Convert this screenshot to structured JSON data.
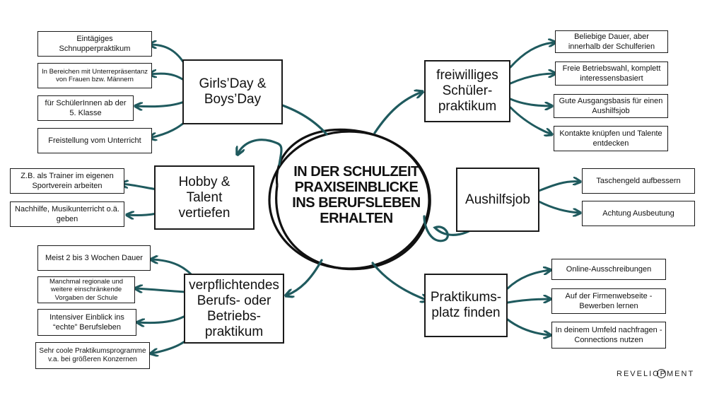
{
  "center": {
    "lines": [
      "IN DER SCHULZEIT",
      "PRAXISEINBLICKE",
      "INS BERUFSLEBEN",
      "ERHALTEN"
    ]
  },
  "topics": {
    "girls_day": "Girls’Day & Boys’Day",
    "hobby": "Hobby & Talent vertiefen",
    "pflicht": "verpflichtendes Berufs- oder Betriebs-praktikum",
    "freiwillig": "freiwilliges Schüler-praktikum",
    "aushilfsjob": "Aushilfsjob",
    "platz": "Praktikums-platz finden"
  },
  "leaves": {
    "girls_day": [
      "Eintägiges Schnupperpraktikum",
      "In Bereichen mit Unterrepräsentanz von Frauen bzw. Männern",
      "für SchülerInnen ab der 5. Klasse",
      "Freistellung vom Unterricht"
    ],
    "hobby": [
      "Z.B. als Trainer im eigenen Sportverein arbeiten",
      "Nachhilfe, Musikunterricht o.ä. geben"
    ],
    "pflicht": [
      "Meist 2 bis 3 Wochen Dauer",
      "Manchmal regionale und weitere einschränkende Vorgaben der Schule",
      "Intensiver Einblick ins “echte” Berufsleben",
      "Sehr coole Praktikumsprogramme v.a. bei größeren Konzernen"
    ],
    "freiwillig": [
      "Beliebige Dauer, aber innerhalb der Schulferien",
      "Freie Betriebswahl, komplett interessensbasiert",
      "Gute Ausgangsbasis für einen Aushilfsjob",
      "Kontakte knüpfen und Talente entdecken"
    ],
    "aushilfsjob": [
      "Taschengeld aufbessern",
      "Achtung Ausbeutung"
    ],
    "platz": [
      "Online-Ausschreibungen",
      "Auf der Firmenwebseite - Bewerben lernen",
      "In deinem Umfeld nachfragen - Connections nutzen"
    ]
  },
  "brand": {
    "text": "REVELIOPMENT"
  },
  "colors": {
    "arrow": "#1f5a5e",
    "border": "#1a1a1a",
    "text": "#111111"
  }
}
